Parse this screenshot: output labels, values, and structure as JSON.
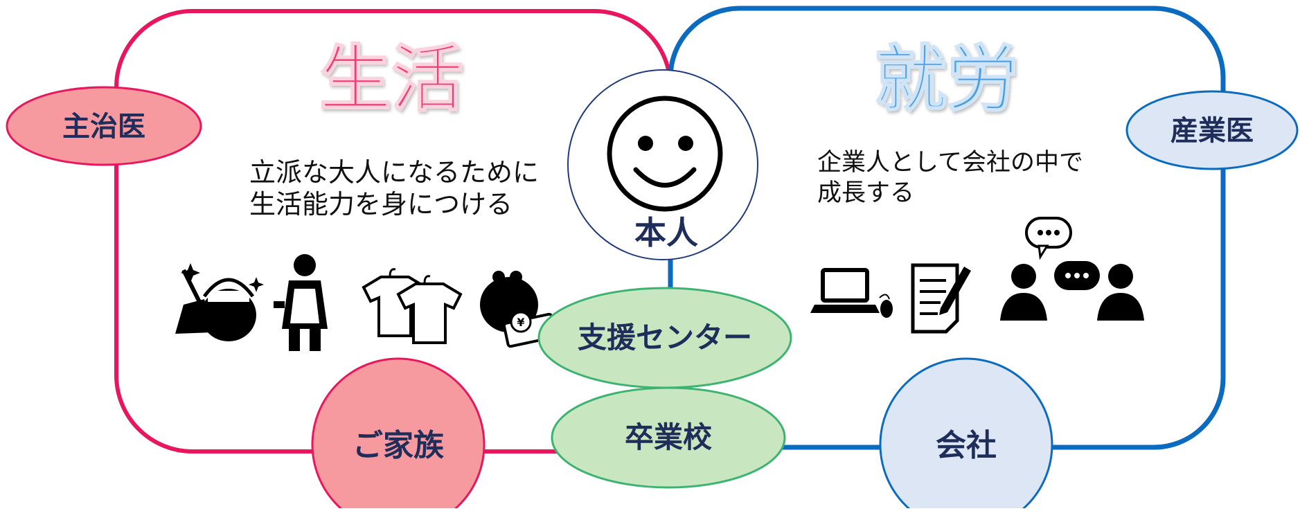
{
  "colors": {
    "life": "#e8175d",
    "life_fill": "#f79aa0",
    "work": "#0b6bbf",
    "work_fill": "#dde6f4",
    "support": "#3cb371",
    "support_fill": "#c8e6c0",
    "text_dark": "#1f2d5a"
  },
  "left_panel": {
    "title": "生活",
    "description_lines": [
      "立派な大人になるために",
      "生活能力を身につける"
    ],
    "icons": [
      "cleaning-icon",
      "apron-person-icon",
      "laundry-icon",
      "money-purse-icon"
    ]
  },
  "right_panel": {
    "title": "就労",
    "description_lines": [
      "企業人として会社の中で",
      "成長する"
    ],
    "icons": [
      "laptop-mouse-icon",
      "document-pen-icon",
      "discussion-people-icon"
    ]
  },
  "center": {
    "person_label": "本人",
    "face_icon": "smiley-face-icon"
  },
  "nodes": {
    "doctor": "主治医",
    "industrial_doctor": "産業医",
    "family": "ご家族",
    "company": "会社",
    "support_center": "支援センター",
    "school": "卒業校"
  }
}
